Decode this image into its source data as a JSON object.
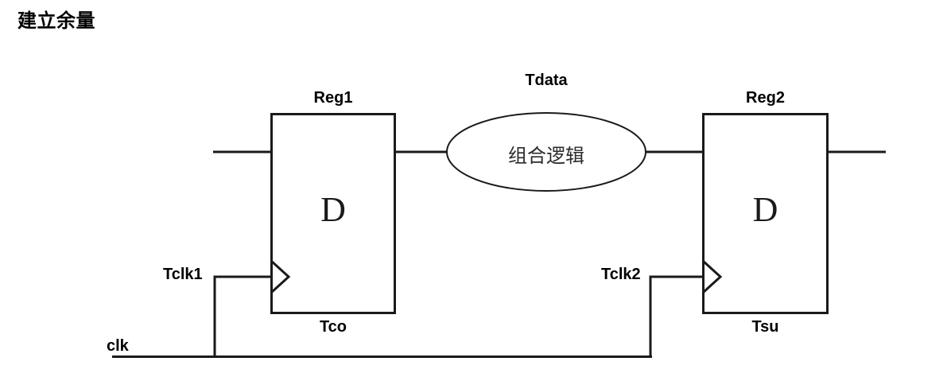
{
  "page": {
    "title": "建立余量",
    "background_color": "#ffffff",
    "line_color": "#1a1a1a"
  },
  "diagram": {
    "type": "timing-path-schematic",
    "registers": [
      {
        "id": "reg1",
        "top_label": "Reg1",
        "body_label": "D",
        "bottom_label": "Tco",
        "clock_label": "Tclk1"
      },
      {
        "id": "reg2",
        "top_label": "Reg2",
        "body_label": "D",
        "bottom_label": "Tsu",
        "clock_label": "Tclk2"
      }
    ],
    "combinational": {
      "top_label": "Tdata",
      "body_label": "组合逻辑"
    },
    "clock": {
      "label": "clk"
    }
  }
}
